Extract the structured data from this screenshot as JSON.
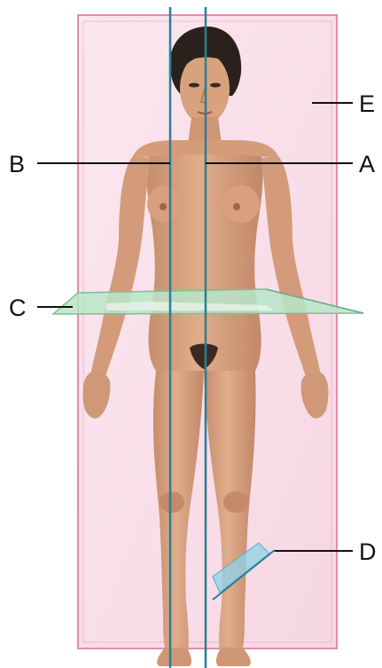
{
  "labels": {
    "a": "A",
    "b": "B",
    "c": "C",
    "d": "D",
    "e": "E"
  },
  "colors": {
    "frontal_plane_fill": "#f8e0ea",
    "frontal_plane_edge": "#e58aa8",
    "sagittal_line": "#2a7f93",
    "transverse_plane": "#b8e6c9",
    "oblique_plane": "#8fd3e8",
    "skin": "#d9a27f",
    "skin_shadow": "#b97f5f",
    "hair": "#2a211d",
    "leader_line": "#111111"
  },
  "icons": {
    "figure": "human-body-anterior-view"
  }
}
